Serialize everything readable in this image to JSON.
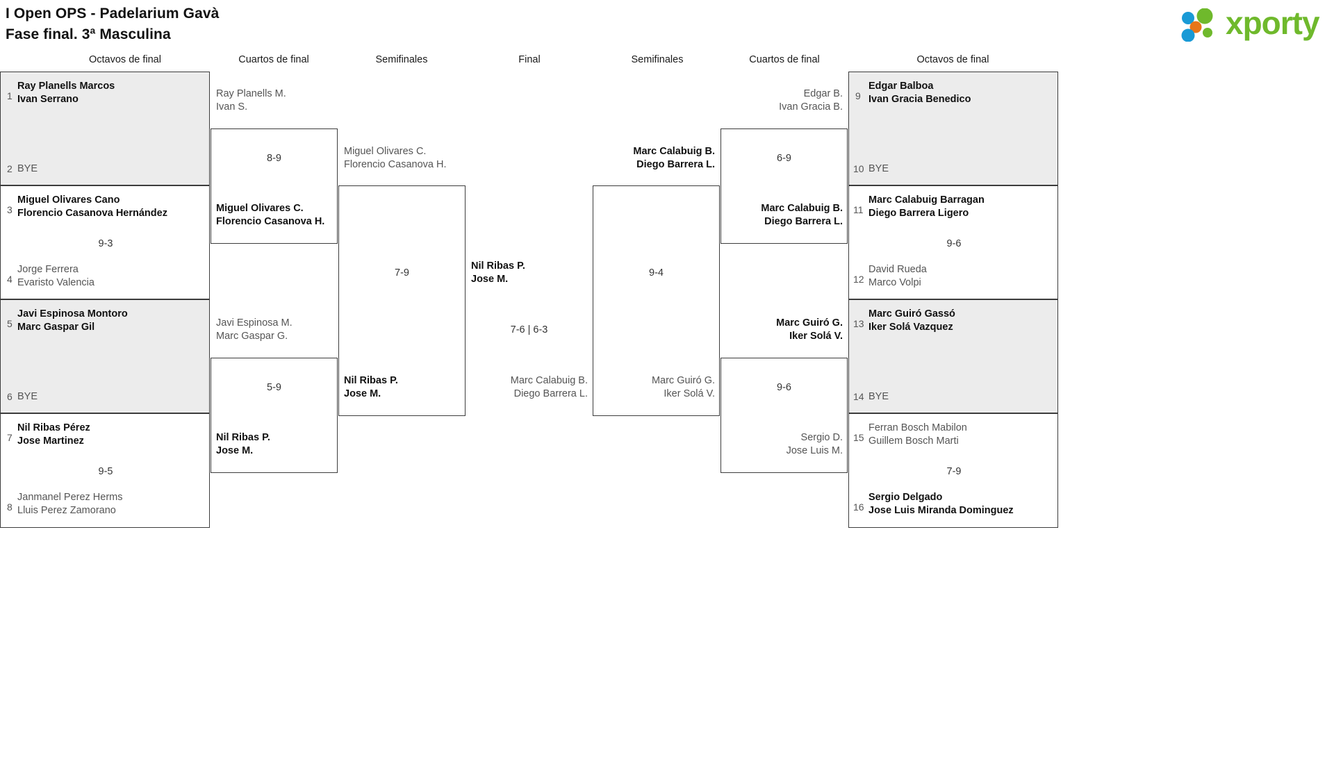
{
  "header": {
    "title_line1": "I Open OPS - Padelarium Gavà",
    "title_line2": "Fase final. 3ª Masculina",
    "logo_text": "xporty",
    "logo_colors": {
      "green": "#6fb92c",
      "blue": "#199ad6",
      "orange": "#e8761a"
    }
  },
  "rounds": [
    {
      "label": "Octavos de final"
    },
    {
      "label": "Cuartos de final"
    },
    {
      "label": "Semifinales"
    },
    {
      "label": "Final"
    },
    {
      "label": "Semifinales"
    },
    {
      "label": "Cuartos de final"
    },
    {
      "label": "Octavos de final"
    }
  ],
  "left": {
    "r16": [
      {
        "seed": "1",
        "p1": "Ray Planells Marcos",
        "p2": "Ivan Serrano",
        "winner": true
      },
      {
        "seed": "2",
        "p1": "BYE",
        "p2": "",
        "winner": false
      },
      {
        "seed": "3",
        "p1": "Miguel Olivares Cano",
        "p2": "Florencio Casanova Hernández",
        "winner": true
      },
      {
        "seed": "4",
        "p1": "Jorge Ferrera",
        "p2": "Evaristo Valencia",
        "winner": false
      },
      {
        "seed": "5",
        "p1": "Javi Espinosa Montoro",
        "p2": "Marc Gaspar Gil",
        "winner": true
      },
      {
        "seed": "6",
        "p1": "BYE",
        "p2": "",
        "winner": false
      },
      {
        "seed": "7",
        "p1": "Nil Ribas Pérez",
        "p2": "Jose Martinez",
        "winner": true
      },
      {
        "seed": "8",
        "p1": "Janmanel Perez Herms",
        "p2": "Lluis Perez Zamorano",
        "winner": false
      }
    ],
    "r16_scores": [
      "",
      "9-3",
      "",
      "9-5"
    ],
    "qf": [
      {
        "p1": "Ray Planells M.",
        "p2": "Ivan S.",
        "winner": false
      },
      {
        "p1": "Miguel Olivares C.",
        "p2": "Florencio Casanova H.",
        "winner": true
      },
      {
        "p1": "Javi Espinosa M.",
        "p2": "Marc Gaspar G.",
        "winner": false
      },
      {
        "p1": "Nil Ribas P.",
        "p2": "Jose M.",
        "winner": true
      }
    ],
    "qf_scores": [
      "8-9",
      "5-9"
    ],
    "sf": [
      {
        "p1": "Miguel Olivares C.",
        "p2": "Florencio Casanova H.",
        "winner": false
      },
      {
        "p1": "Nil Ribas P.",
        "p2": "Jose M.",
        "winner": true
      }
    ],
    "sf_scores": [
      "7-9"
    ]
  },
  "final": {
    "top": {
      "p1": "Nil Ribas P.",
      "p2": "Jose M.",
      "winner": true
    },
    "bottom": {
      "p1": "Marc Calabuig B.",
      "p2": "Diego Barrera L.",
      "winner": false
    },
    "score": "7-6 | 6-3"
  },
  "right": {
    "sf": [
      {
        "p1": "Marc Calabuig B.",
        "p2": "Diego Barrera L.",
        "winner": true
      },
      {
        "p1": "Marc Guiró G.",
        "p2": "Iker Solá V.",
        "winner": false
      }
    ],
    "sf_scores": [
      "9-4"
    ],
    "qf": [
      {
        "p1": "Edgar B.",
        "p2": "Ivan Gracia B.",
        "winner": false
      },
      {
        "p1": "Marc Calabuig B.",
        "p2": "Diego Barrera L.",
        "winner": true
      },
      {
        "p1": "Marc Guiró G.",
        "p2": "Iker Solá V.",
        "winner": true
      },
      {
        "p1": "Sergio D.",
        "p2": "Jose Luis M.",
        "winner": false
      }
    ],
    "qf_scores": [
      "6-9",
      "9-6"
    ],
    "r16": [
      {
        "seed": "9",
        "p1": "Edgar Balboa",
        "p2": "Ivan Gracia Benedico",
        "winner": true
      },
      {
        "seed": "10",
        "p1": "BYE",
        "p2": "",
        "winner": false
      },
      {
        "seed": "11",
        "p1": "Marc Calabuig Barragan",
        "p2": "Diego Barrera Ligero",
        "winner": true
      },
      {
        "seed": "12",
        "p1": "David Rueda",
        "p2": "Marco Volpi",
        "winner": false
      },
      {
        "seed": "13",
        "p1": "Marc Guiró Gassó",
        "p2": "Iker Solá Vazquez",
        "winner": true
      },
      {
        "seed": "14",
        "p1": "BYE",
        "p2": "",
        "winner": false
      },
      {
        "seed": "15",
        "p1": "Ferran Bosch Mabilon",
        "p2": "Guillem Bosch Marti",
        "winner": false
      },
      {
        "seed": "16",
        "p1": "Sergio Delgado",
        "p2": "Jose Luis Miranda Dominguez",
        "winner": true
      }
    ],
    "r16_scores": [
      "",
      "9-6",
      "",
      "7-9"
    ]
  }
}
